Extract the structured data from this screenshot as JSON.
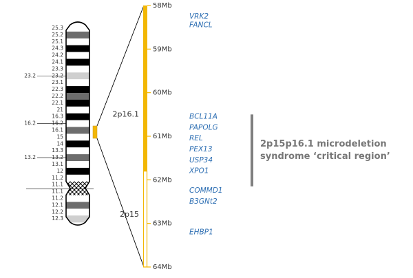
{
  "chromosome": {
    "bands": [
      {
        "label": "25.3",
        "stain": "white"
      },
      {
        "label": "25.2",
        "stain": "gray"
      },
      {
        "label": "25.1",
        "stain": "white"
      },
      {
        "label": "24.3",
        "stain": "black"
      },
      {
        "label": "24.2",
        "stain": "white"
      },
      {
        "label": "24.1",
        "stain": "black"
      },
      {
        "label": "23.3",
        "stain": "white"
      },
      {
        "label": "23.2",
        "stain": "lightgray"
      },
      {
        "label": "23.1",
        "stain": "white"
      },
      {
        "label": "22.3",
        "stain": "black"
      },
      {
        "label": "22.2",
        "stain": "gray"
      },
      {
        "label": "22.1",
        "stain": "black"
      },
      {
        "label": "21",
        "stain": "white"
      },
      {
        "label": "16.3",
        "stain": "black"
      },
      {
        "label": "16.2",
        "stain": "white"
      },
      {
        "label": "16.1",
        "stain": "gray"
      },
      {
        "label": "15",
        "stain": "white"
      },
      {
        "label": "14",
        "stain": "black"
      },
      {
        "label": "13.3",
        "stain": "white"
      },
      {
        "label": "13.2",
        "stain": "gray"
      },
      {
        "label": "13.1",
        "stain": "white"
      },
      {
        "label": "12",
        "stain": "black"
      },
      {
        "label": "11.2",
        "stain": "white"
      },
      {
        "label": "11.1",
        "stain": "centromere"
      },
      {
        "label": "11.1",
        "stain": "centromere"
      },
      {
        "label": "11.2",
        "stain": "white"
      },
      {
        "label": "12.1",
        "stain": "gray"
      },
      {
        "label": "12.2",
        "stain": "white"
      },
      {
        "label": "12.3",
        "stain": "lightgray"
      }
    ],
    "side_labels": [
      "23.2",
      "16.2",
      "13.2"
    ]
  },
  "axis": {
    "min": 58,
    "max": 64,
    "ticks": [
      {
        "value": 58,
        "label": "58Mb"
      },
      {
        "value": 59,
        "label": "59Mb"
      },
      {
        "value": 60,
        "label": "60Mb"
      },
      {
        "value": 61,
        "label": "61Mb"
      },
      {
        "value": 62,
        "label": "62Mb"
      },
      {
        "value": 63,
        "label": "63Mb"
      },
      {
        "value": 64,
        "label": "64Mb"
      }
    ],
    "bar_color": "#f2b705",
    "split_value": 61.8
  },
  "regions": [
    {
      "label": "2p16.1",
      "center": 60.5
    },
    {
      "label": "2p15",
      "center": 62.8
    }
  ],
  "genes": [
    {
      "name": "VRK2",
      "pos": 58.25
    },
    {
      "name": "FANCL",
      "pos": 58.45
    },
    {
      "name": "BCL11A",
      "pos": 60.55
    },
    {
      "name": "PAPOLG",
      "pos": 60.8
    },
    {
      "name": "REL",
      "pos": 61.05
    },
    {
      "name": "PEX13",
      "pos": 61.3
    },
    {
      "name": "USP34",
      "pos": 61.55
    },
    {
      "name": "XPO1",
      "pos": 61.8
    },
    {
      "name": "COMMD1",
      "pos": 62.25
    },
    {
      "name": "B3GNt2",
      "pos": 62.5
    },
    {
      "name": "EHBP1",
      "pos": 63.2
    }
  ],
  "callout": {
    "line1": "2p15p16.1 microdeletion",
    "line2": "syndrome ‘critical region’",
    "start": 60.5,
    "end": 62.15
  },
  "colors": {
    "gene_text": "#2e6fb3",
    "callout_text": "#777777",
    "callout_bar": "#808080",
    "highlight": "#f2b705"
  }
}
